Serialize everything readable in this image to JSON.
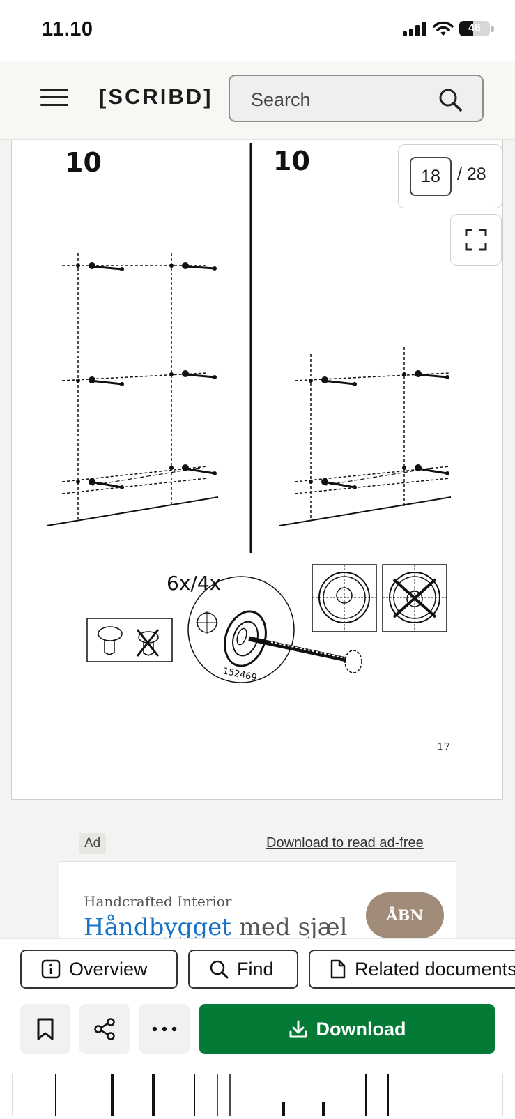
{
  "status_bar": {
    "time": "11.10",
    "battery": "46",
    "battery_level": 0.46
  },
  "header": {
    "logo": "[SCRIBD]",
    "search_placeholder": "Search"
  },
  "document": {
    "step_left": "10",
    "step_right": "10",
    "quantity": "6x/4x",
    "part_number": "152469",
    "page_footer_number": "17"
  },
  "pager": {
    "current_page": "18",
    "total": "/ 28"
  },
  "ad": {
    "label": "Ad",
    "download_ad_free": "Download to read ad-free",
    "brand": "Handcrafted Interior",
    "headline_blue": "Håndbygget",
    "headline_rest": "med sjæl",
    "cta": "ÅBN"
  },
  "toolbar": {
    "overview": "Overview",
    "find": "Find",
    "related": "Related documents",
    "download": "Download"
  },
  "icons": [
    "signal-icon",
    "wifi-icon",
    "battery-icon",
    "menu-icon",
    "search-icon",
    "fullscreen-icon",
    "info-icon",
    "find-search-icon",
    "document-icon",
    "bookmark-icon",
    "share-icon",
    "more-icon",
    "download-icon"
  ]
}
